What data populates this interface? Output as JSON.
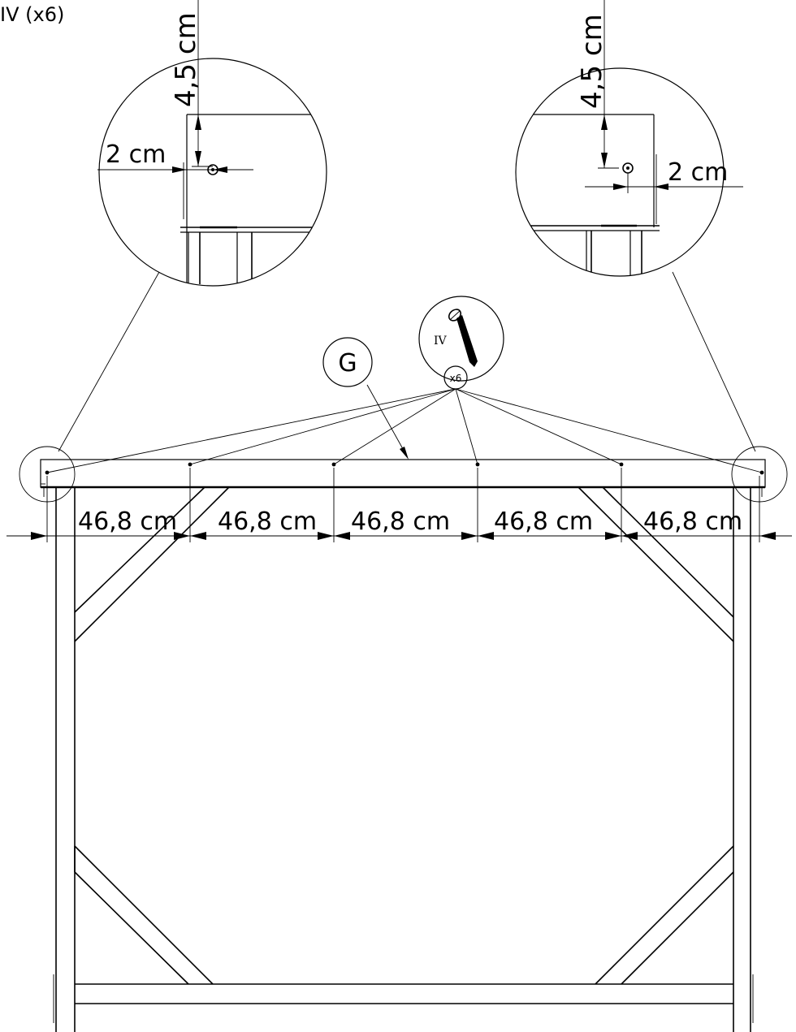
{
  "header": {
    "fastener_label": "IV (x6)"
  },
  "detail_left": {
    "vertical_dim": "4,5 cm",
    "horizontal_dim": "2 cm"
  },
  "detail_right": {
    "vertical_dim": "4,5 cm",
    "horizontal_dim": "2 cm"
  },
  "part_label": "G",
  "screw_callout": {
    "label": "IV",
    "count": "x6"
  },
  "spacings": [
    "46,8 cm",
    "46,8 cm",
    "46,8 cm",
    "46,8 cm",
    "46,8 cm"
  ]
}
